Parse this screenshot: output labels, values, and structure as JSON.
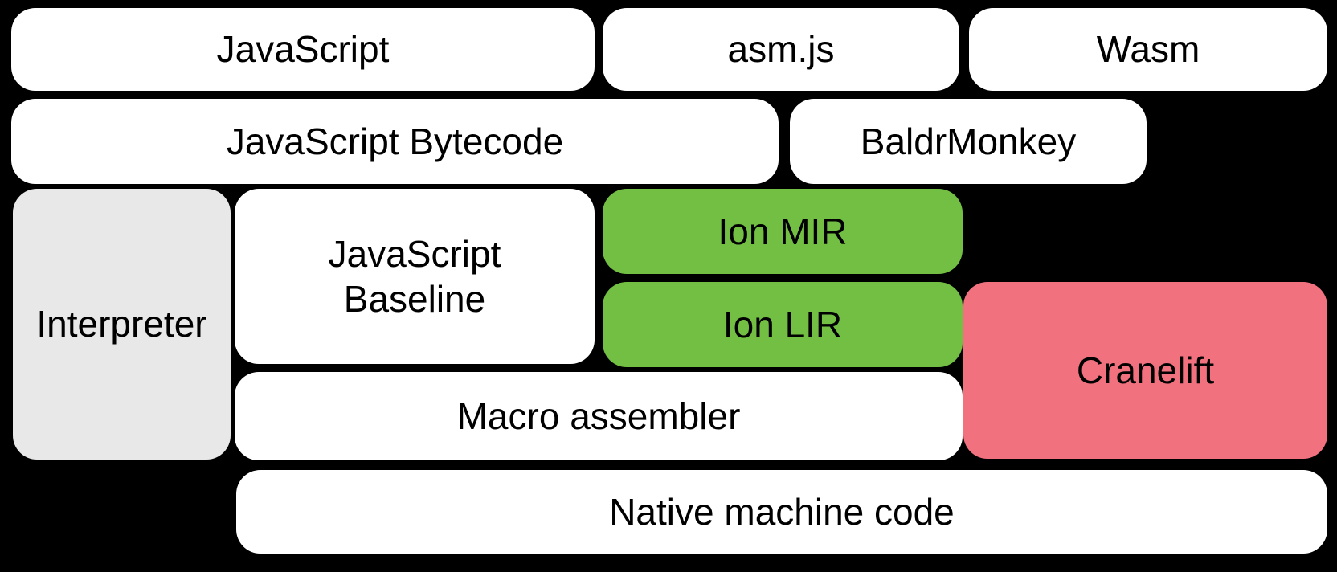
{
  "diagram": {
    "background": "#000000",
    "text_color": "#000000",
    "colors": {
      "white": "#ffffff",
      "gray": "#e8e8e8",
      "green": "#72bf44",
      "pink": "#f2717f"
    },
    "boxes": {
      "javascript": {
        "label": "JavaScript",
        "fill": "#ffffff"
      },
      "asmjs": {
        "label": "asm.js",
        "fill": "#ffffff"
      },
      "wasm": {
        "label": "Wasm",
        "fill": "#ffffff"
      },
      "bytecode": {
        "label": "JavaScript Bytecode",
        "fill": "#ffffff"
      },
      "baldrmonkey": {
        "label": "BaldrMonkey",
        "fill": "#ffffff"
      },
      "interpreter": {
        "label": "Interpreter",
        "fill": "#e8e8e8"
      },
      "baseline": {
        "label": "JavaScript Baseline",
        "fill": "#ffffff"
      },
      "ion_mir": {
        "label": "Ion MIR",
        "fill": "#72bf44"
      },
      "ion_lir": {
        "label": "Ion LIR",
        "fill": "#72bf44"
      },
      "cranelift": {
        "label": "Cranelift",
        "fill": "#f2717f"
      },
      "macro_assembler": {
        "label": "Macro assembler",
        "fill": "#ffffff"
      },
      "native": {
        "label": "Native machine code",
        "fill": "#ffffff"
      }
    }
  }
}
